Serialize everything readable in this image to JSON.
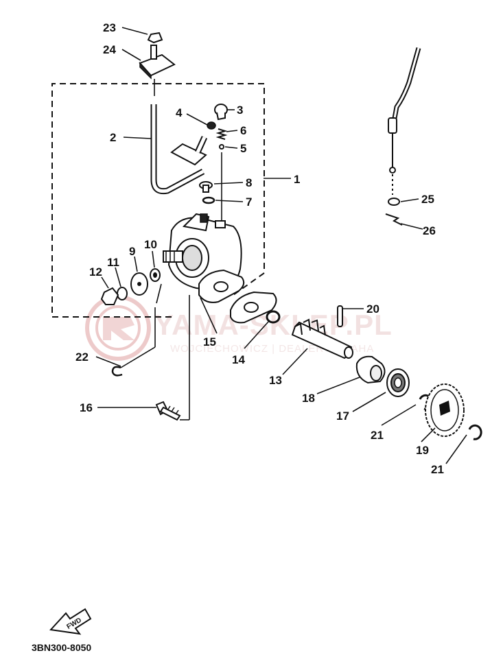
{
  "diagram": {
    "drawing_code": "3BN300-8050",
    "fwd_label": "FWD",
    "callouts": [
      {
        "id": "c1",
        "label": "1"
      },
      {
        "id": "c2",
        "label": "2"
      },
      {
        "id": "c3",
        "label": "3"
      },
      {
        "id": "c4",
        "label": "4"
      },
      {
        "id": "c5",
        "label": "5"
      },
      {
        "id": "c6",
        "label": "6"
      },
      {
        "id": "c7",
        "label": "7"
      },
      {
        "id": "c8",
        "label": "8"
      },
      {
        "id": "c9",
        "label": "9"
      },
      {
        "id": "c10",
        "label": "10"
      },
      {
        "id": "c11",
        "label": "11"
      },
      {
        "id": "c12",
        "label": "12"
      },
      {
        "id": "c13",
        "label": "13"
      },
      {
        "id": "c14",
        "label": "14"
      },
      {
        "id": "c15",
        "label": "15"
      },
      {
        "id": "c16",
        "label": "16"
      },
      {
        "id": "c17",
        "label": "17"
      },
      {
        "id": "c18",
        "label": "18"
      },
      {
        "id": "c19",
        "label": "19"
      },
      {
        "id": "c20",
        "label": "20"
      },
      {
        "id": "c21a",
        "label": "21"
      },
      {
        "id": "c21b",
        "label": "21"
      },
      {
        "id": "c22",
        "label": "22"
      },
      {
        "id": "c23",
        "label": "23"
      },
      {
        "id": "c24",
        "label": "24"
      },
      {
        "id": "c25",
        "label": "25"
      },
      {
        "id": "c26",
        "label": "26"
      }
    ]
  },
  "watermark": {
    "main": "YAMA-SKLEP.PL",
    "sub": "WOJCIECHOWICZ | DEALER YAMAHA",
    "logo_color": "#e0a0a0"
  }
}
